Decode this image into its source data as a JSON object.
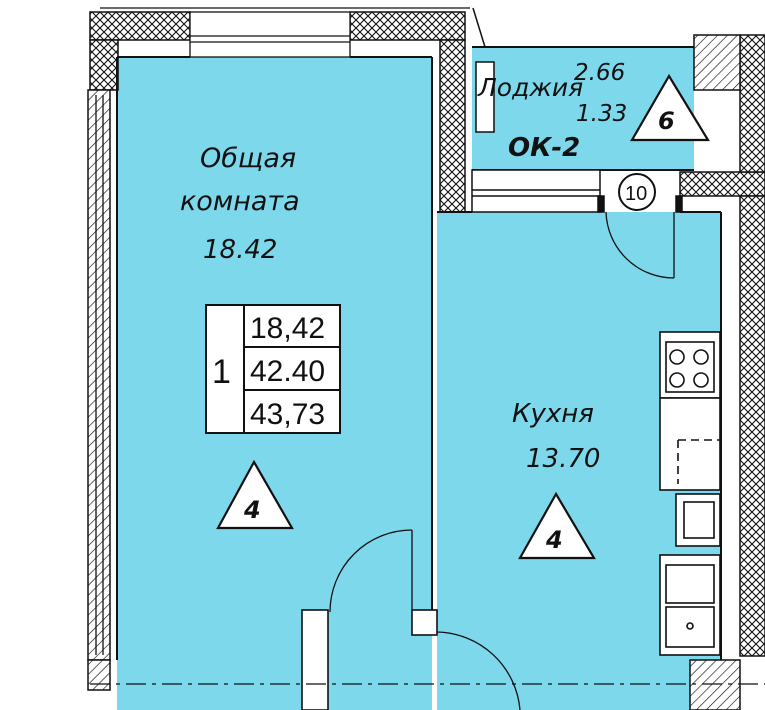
{
  "rooms": {
    "living": {
      "name_line1": "Общая",
      "name_line2": "комната",
      "area": "18.42"
    },
    "kitchen": {
      "name": "Кухня",
      "area": "13.70"
    },
    "loggia": {
      "name": "Лоджия",
      "area_full": "2.66",
      "area_reduced": "1.33"
    }
  },
  "window_label": "ОК-2",
  "apartment_box": {
    "rooms_count": "1",
    "living_area": "18,42",
    "total_area": "42.40",
    "total_with_loggia": "43,73"
  },
  "markers": {
    "triangle_living": "4",
    "triangle_kitchen": "4",
    "triangle_loggia": "6",
    "circle_door": "10"
  },
  "colors": {
    "room_fill": "#7dd8ec",
    "wall_line": "#111111",
    "background": "#ffffff"
  }
}
